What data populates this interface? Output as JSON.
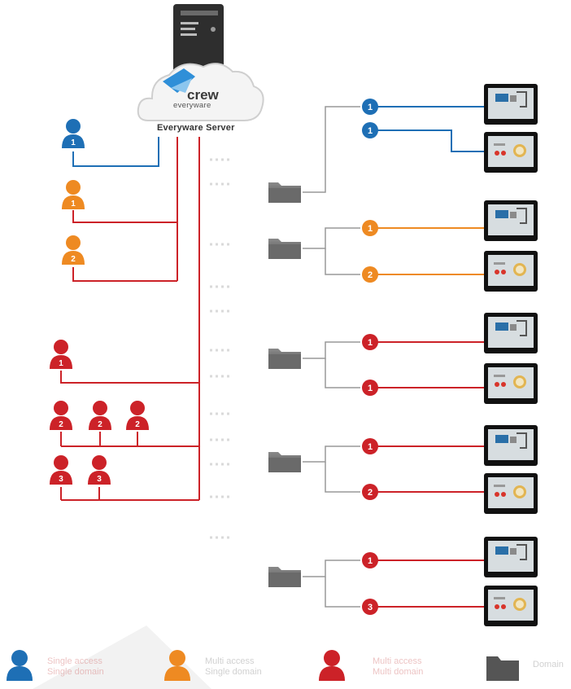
{
  "logo": {
    "word": "crew",
    "tagline": "everyware"
  },
  "server": {
    "label": "Everyware Server"
  },
  "users": {
    "single": [
      {
        "number": "1",
        "color": "#1e6fb5"
      }
    ],
    "multi_access": [
      {
        "number": "1",
        "color": "#ee8a22"
      },
      {
        "number": "2",
        "color": "#ee8a22"
      }
    ],
    "multi_domain": [
      {
        "number": "1",
        "color": "#cc2228"
      },
      {
        "number": "2",
        "color": "#cc2228"
      },
      {
        "number": "2",
        "color": "#cc2228"
      },
      {
        "number": "2",
        "color": "#cc2228"
      },
      {
        "number": "3",
        "color": "#cc2228"
      },
      {
        "number": "3",
        "color": "#cc2228"
      }
    ]
  },
  "domains": [
    {
      "badges": [
        {
          "number": "1",
          "color": "#1e6fb5"
        },
        {
          "number": "1",
          "color": "#1e6fb5"
        }
      ]
    },
    {
      "badges": [
        {
          "number": "1",
          "color": "#ee8a22"
        },
        {
          "number": "2",
          "color": "#ee8a22"
        }
      ]
    },
    {
      "badges": [
        {
          "number": "1",
          "color": "#cc2228"
        },
        {
          "number": "1",
          "color": "#cc2228"
        }
      ]
    },
    {
      "badges": [
        {
          "number": "1",
          "color": "#cc2228"
        },
        {
          "number": "2",
          "color": "#cc2228"
        }
      ]
    },
    {
      "badges": [
        {
          "number": "1",
          "color": "#cc2228"
        },
        {
          "number": "3",
          "color": "#cc2228"
        }
      ]
    }
  ],
  "legend": [
    {
      "line1": "Single access",
      "line2": "Single domain",
      "color": "#1e6fb5"
    },
    {
      "line1": "Multi access",
      "line2": "Single domain",
      "color": "#ee8a22"
    },
    {
      "line1": "Multi access",
      "line2": "Multi domain",
      "color": "#cc2228"
    },
    {
      "line1": "Domain",
      "line2": "",
      "color": "#666666"
    }
  ],
  "colors": {
    "blue": "#1e6fb5",
    "orange": "#ee8a22",
    "red": "#cc2228",
    "grey": "#888888"
  }
}
